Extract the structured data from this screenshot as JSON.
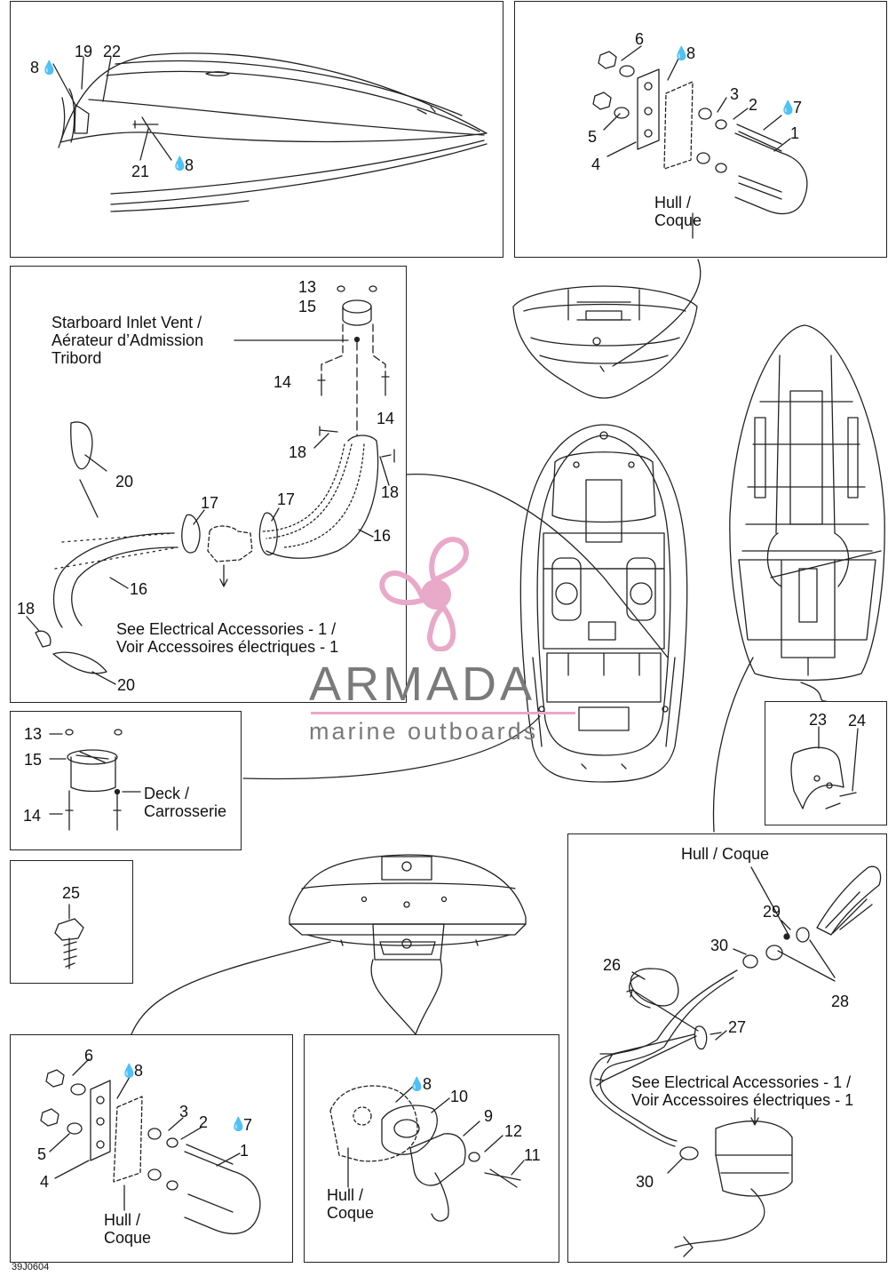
{
  "callouts": {
    "p1": [
      "8",
      "19",
      "22",
      "21",
      "8"
    ],
    "p2": [
      "6",
      "8",
      "3",
      "2",
      "7",
      "1",
      "5",
      "4"
    ],
    "p3": [
      "13",
      "15",
      "14",
      "14",
      "18",
      "18",
      "20",
      "17",
      "17",
      "16",
      "16",
      "18",
      "20"
    ],
    "p4": [
      "13",
      "15",
      "14"
    ],
    "p5": [
      "25"
    ],
    "p6": [
      "23",
      "24"
    ],
    "p7": [
      "6",
      "8",
      "3",
      "2",
      "7",
      "1",
      "5",
      "4"
    ],
    "p8": [
      "8",
      "10",
      "9",
      "12",
      "11"
    ],
    "p9": [
      "29",
      "30",
      "26",
      "28",
      "27",
      "30"
    ]
  },
  "labels": {
    "hull_coque_1": "Hull /",
    "hull_coque_2": "Coque",
    "starboard_vent_1": "Starboard Inlet Vent /",
    "starboard_vent_2": "Aérateur d’Admission",
    "starboard_vent_3": "Tribord",
    "see_electrical_1": "See Electrical Accessories - 1 /",
    "see_electrical_2": "Voir Accessoires électriques - 1",
    "deck_1": "Deck /",
    "deck_2": "Carrosserie",
    "hull_coque_inline": "Hull / Coque"
  },
  "watermark": {
    "brand": "ARMADA",
    "tagline": "marine outboards",
    "logo_color": "#e9a9c8",
    "text_color": "#7a7a7a"
  },
  "drawing_code": "39J0604",
  "icons": [
    "drop-icon",
    "propeller-logo-icon"
  ]
}
